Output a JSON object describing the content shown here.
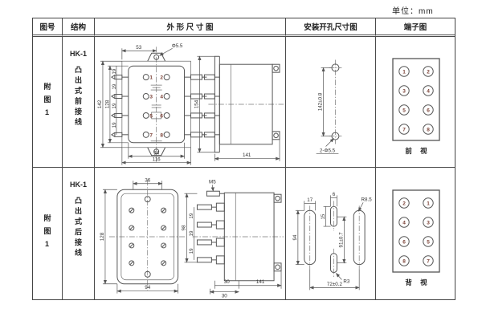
{
  "unit_label": "单位：mm",
  "colors": {
    "line": "#555555",
    "dim_text": "#333333",
    "terminal_number": "#7b4136",
    "table_border": "#444444"
  },
  "header": {
    "fig": "图号",
    "structure": "结构",
    "outline": "外 形 尺 寸 图",
    "install": "安装开孔尺寸图",
    "terminal": "端子图"
  },
  "rows": [
    {
      "fig_no": "附图1",
      "model": "HK-1",
      "structure_type": "凸出式前接线",
      "outline": {
        "top_width": "53",
        "hole_dia": "Φ5.5",
        "height_outer": "142",
        "height_inner": "128",
        "pitch": "19",
        "width_inner": "94",
        "width_outer": "116",
        "side_height": "154",
        "side_depth": "141",
        "terminals": [
          "1",
          "2",
          "3",
          "4",
          "5",
          "6",
          "7",
          "8"
        ]
      },
      "install": {
        "hole_pitch": "142±0.8",
        "hole_callout": "2-Φ5.5"
      },
      "terminal": {
        "left": [
          "1",
          "3",
          "5",
          "7"
        ],
        "right": [
          "2",
          "4",
          "6",
          "8"
        ],
        "view_label": "前 视"
      }
    },
    {
      "fig_no": "附图1",
      "model": "HK-1",
      "structure_type": "凸出式后接线",
      "outline": {
        "top_width": "36",
        "height": "128",
        "width": "94",
        "thread": "M5",
        "stud_span": "98",
        "pitch": "19",
        "depth_a": "30",
        "depth_b": "30",
        "side_depth": "141"
      },
      "install": {
        "slot_width": "17",
        "slot_height": "94",
        "mid_width": "6",
        "mid_height": "15",
        "hole_pitch": "91±0.7",
        "radius_top": "R8.5",
        "radius_bottom": "R3",
        "hole_span": "72±0.2"
      },
      "terminal": {
        "left": [
          "2",
          "4",
          "6",
          "8"
        ],
        "right": [
          "1",
          "3",
          "5",
          "7"
        ],
        "view_label": "背 视"
      }
    }
  ]
}
